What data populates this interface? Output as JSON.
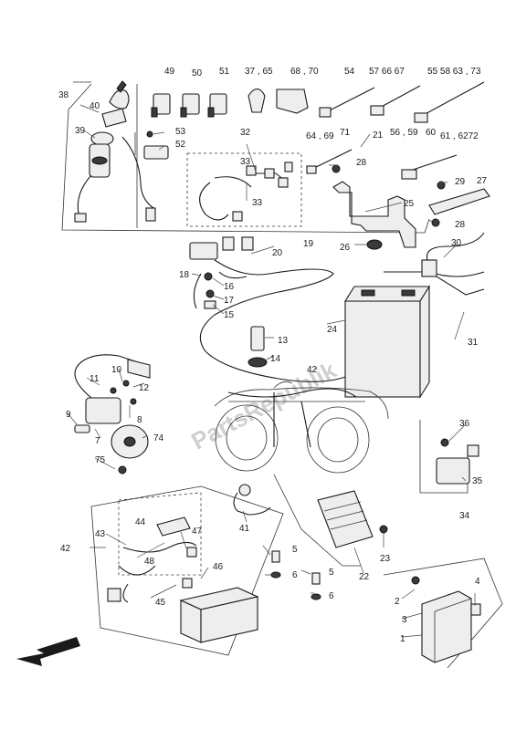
{
  "watermark": "PartsRepublik",
  "labels": {
    "l1": "1",
    "l2": "2",
    "l3": "3",
    "l4": "4",
    "l5a": "5",
    "l5b": "5",
    "l6a": "6",
    "l6b": "6",
    "l7": "7",
    "l8": "8",
    "l9": "9",
    "l10": "10",
    "l11": "11",
    "l12": "12",
    "l13": "13",
    "l14": "14",
    "l15": "15",
    "l16": "16",
    "l17": "17",
    "l18": "18",
    "l19": "19",
    "l20": "20",
    "l21": "21",
    "l22": "22",
    "l23": "23",
    "l24": "24",
    "l25": "25",
    "l26": "26",
    "l27": "27",
    "l28a": "28",
    "l28b": "28",
    "l29": "29",
    "l30": "30",
    "l31": "31",
    "l32": "32",
    "l33a": "33",
    "l33b": "33",
    "l34": "34",
    "l35": "35",
    "l36": "36",
    "l37": "37 , 65",
    "l38": "38",
    "l39": "39",
    "l40": "40",
    "l41": "41",
    "l42a": "42",
    "l42b": "42",
    "l43": "43",
    "l44": "44",
    "l45": "45",
    "l46": "46",
    "l47": "47",
    "l48": "48",
    "l49": "49",
    "l50": "50",
    "l51": "51",
    "l52": "52",
    "l53": "53",
    "l54": "54",
    "l57": "57 66 67",
    "l55": "55 58 63 , 73",
    "l68": "68 , 70",
    "l64": "64 , 69",
    "l71": "71",
    "l56": "56 , 59",
    "l60": "60",
    "l61": "61 , 6272",
    "l74": "74",
    "l75": "75"
  },
  "icons": {
    "front_arrow": "arrow-down-left-icon"
  }
}
